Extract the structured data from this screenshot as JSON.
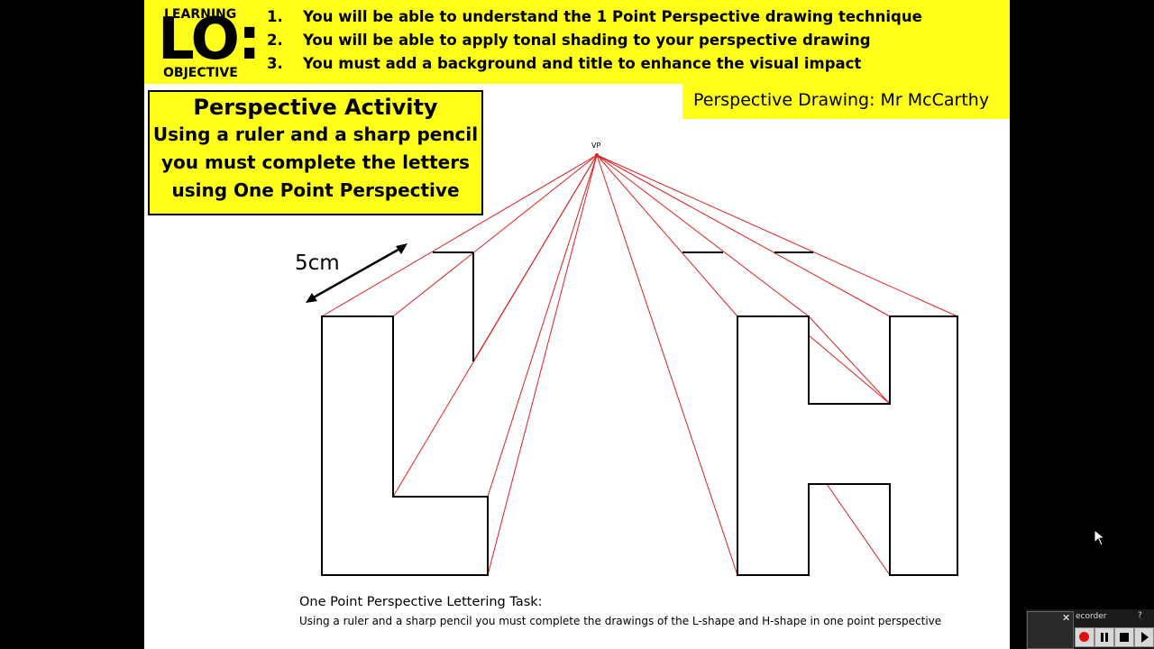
{
  "banner": {
    "logo_top": "LEARNING",
    "logo_big": "LO:",
    "logo_bottom": "OBJECTIVE",
    "objectives": [
      {
        "num": "1.",
        "text": "You will be able to understand the 1 Point Perspective drawing technique"
      },
      {
        "num": "2.",
        "text": "You will be able to apply tonal shading to your perspective drawing"
      },
      {
        "num": "3.",
        "text": "You must add a background and title to enhance the visual impact"
      }
    ],
    "author": "Perspective Drawing: Mr McCarthy",
    "color": "#ffff1a"
  },
  "activity": {
    "title": "Perspective Activity",
    "line1": "Using a ruler and a sharp pencil",
    "line2": "you must complete the letters",
    "line3": "using One Point Perspective"
  },
  "drawing": {
    "vp_label": "VP",
    "measure_label": "5cm",
    "line_color": "#e02020"
  },
  "task": {
    "title": "One Point Perspective Lettering Task:",
    "description": "Using a ruler and a sharp pencil you must complete the drawings of the L-shape and H-shape in one point perspective"
  },
  "recorder": {
    "title": "ecorder",
    "help": "?",
    "close": "✕"
  }
}
